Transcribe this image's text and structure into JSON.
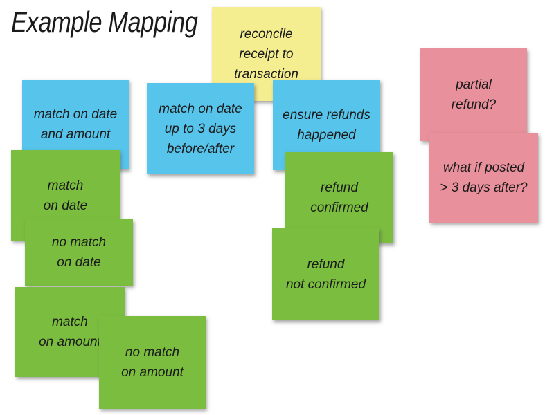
{
  "title": "Example Mapping",
  "colors": {
    "yellow": "#F5EE91",
    "blue": "#56C4EB",
    "green": "#7BBD3F",
    "pink": "#E8909B",
    "text": "#1B1B1B",
    "background": "#FFFFFF"
  },
  "notes": {
    "reconcile": {
      "text": "reconcile\nreceipt to\ntransaction",
      "color": "yellow"
    },
    "match_date_amount": {
      "text": "match on date\nand amount",
      "color": "blue"
    },
    "match_date_window": {
      "text": "match on date\nup to 3 days\nbefore/after",
      "color": "blue"
    },
    "ensure_refunds": {
      "text": "ensure refunds\nhappened",
      "color": "blue"
    },
    "match_on_date": {
      "text": "match\non date",
      "color": "green"
    },
    "no_match_on_date": {
      "text": "no match\non date",
      "color": "green"
    },
    "match_on_amount": {
      "text": "match\non amount",
      "color": "green"
    },
    "no_match_on_amount": {
      "text": "no match\non amount",
      "color": "green"
    },
    "refund_confirmed": {
      "text": "refund\nconfirmed",
      "color": "green"
    },
    "refund_not_confirmed": {
      "text": "refund\nnot confirmed",
      "color": "green"
    },
    "partial_refund": {
      "text": "partial\nrefund?",
      "color": "pink"
    },
    "posted_3_days_after": {
      "text": "what if posted\n> 3 days after?",
      "color": "pink"
    }
  }
}
